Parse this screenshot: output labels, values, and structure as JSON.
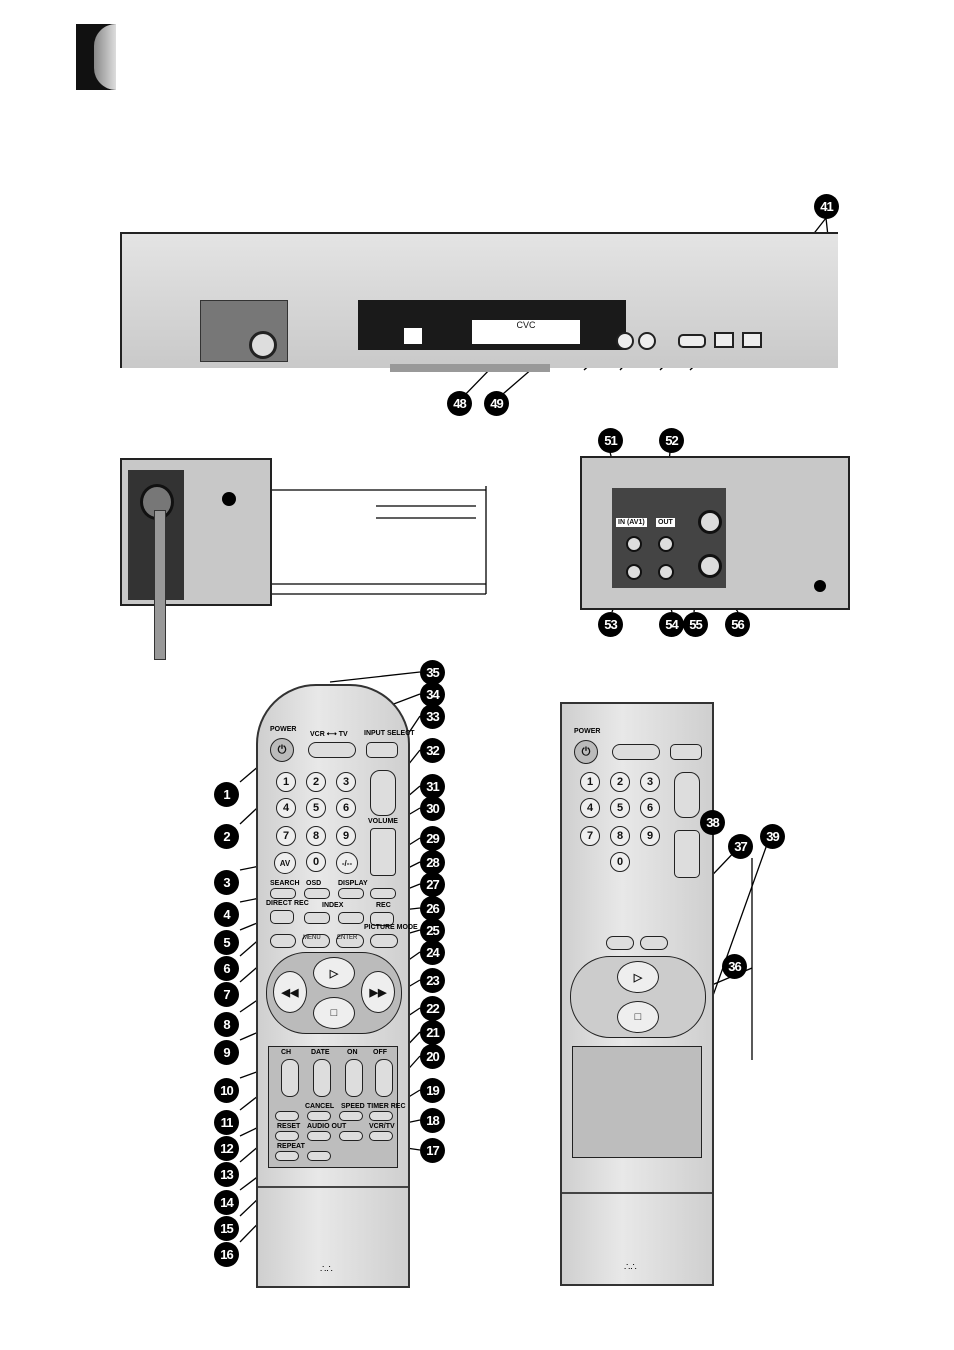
{
  "callouts_top": {
    "c41": "41",
    "c48": "48",
    "c49": "49"
  },
  "display": {
    "text": "CVC"
  },
  "callouts_jack": {
    "c51": "51",
    "c52": "52",
    "c53": "53",
    "c54": "54",
    "c55": "55",
    "c56": "56"
  },
  "jack_labels": {
    "in": "IN (AV1)",
    "out": "OUT"
  },
  "callouts_left": [
    "1",
    "2",
    "3",
    "4",
    "5",
    "6",
    "7",
    "8",
    "9",
    "10",
    "11",
    "12",
    "13",
    "14",
    "15",
    "16"
  ],
  "callouts_right": [
    "35",
    "34",
    "33",
    "32",
    "31",
    "30",
    "29",
    "28",
    "27",
    "26",
    "25",
    "24",
    "23",
    "22",
    "21",
    "20",
    "19",
    "18",
    "17"
  ],
  "callouts_remote2": {
    "c36": "36",
    "c37": "37",
    "c38": "38",
    "c39": "39"
  },
  "remote_labels": {
    "power": "POWER",
    "vcr_tv": "VCR ⟷ TV",
    "input_select": "INPUT SELECT",
    "volume": "VOLUME",
    "search": "SEARCH",
    "osd": "OSD",
    "display": "DISPLAY",
    "direct_rec": "DIRECT REC",
    "index": "INDEX",
    "rec": "REC",
    "menu": "MENU",
    "enter": "ENTER",
    "picture_mode": "PICTURE MODE",
    "ch": "CH",
    "date": "DATE",
    "on": "ON",
    "off": "OFF",
    "cancel": "CANCEL",
    "speed": "SPEED",
    "timer_rec": "TIMER REC",
    "reset": "RESET",
    "audio_out": "AUDIO OUT",
    "vcr_tv2": "VCR/TV",
    "repeat": "REPEAT",
    "av": "AV",
    "dash": "-/--"
  },
  "digits": [
    "1",
    "2",
    "3",
    "4",
    "5",
    "6",
    "7",
    "8",
    "9",
    "0"
  ]
}
